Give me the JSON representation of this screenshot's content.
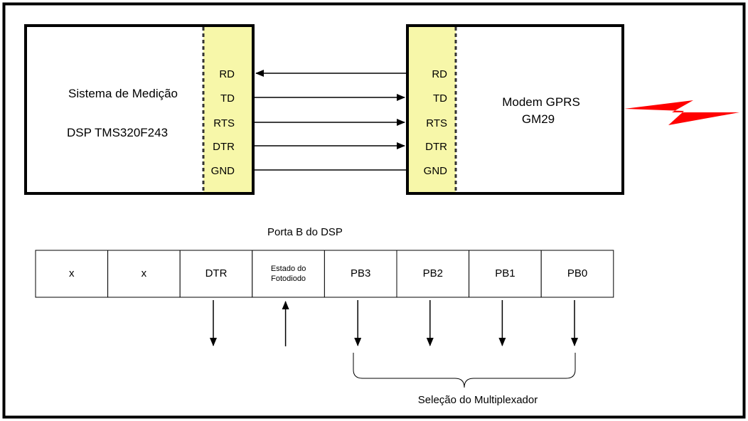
{
  "colors": {
    "outer_border": "#000000",
    "pin_panel_fill": "#F7F7A9",
    "pin_panel_dash": "#333333",
    "lightning": "#FF0000",
    "line": "#000000"
  },
  "dsp_block": {
    "name": "Sistema de Medição",
    "chip": "DSP TMS320F243",
    "pins": [
      "RD",
      "TD",
      "RTS",
      "DTR",
      "GND"
    ]
  },
  "modem_block": {
    "name": "Modem GPRS",
    "model": "GM29",
    "pins": [
      "RD",
      "TD",
      "RTS",
      "DTR",
      "GND"
    ],
    "wireless_icon": "lightning-bolt-icon"
  },
  "signals": [
    {
      "from": "RD",
      "direction": "modem-to-dsp"
    },
    {
      "from": "TD",
      "direction": "dsp-to-modem"
    },
    {
      "from": "RTS",
      "direction": "dsp-to-modem"
    },
    {
      "from": "DTR",
      "direction": "dsp-to-modem"
    },
    {
      "from": "GND",
      "direction": "none"
    }
  ],
  "port": {
    "title": "Porta B do DSP",
    "bits": [
      {
        "label": "x",
        "arrow": "none"
      },
      {
        "label": "x",
        "arrow": "none"
      },
      {
        "label": "DTR",
        "arrow": "down"
      },
      {
        "label": "Estado do\nFotodiodo",
        "lines": [
          "Estado do",
          "Fotodiodo"
        ],
        "arrow": "up"
      },
      {
        "label": "PB3",
        "arrow": "down"
      },
      {
        "label": "PB2",
        "arrow": "down"
      },
      {
        "label": "PB1",
        "arrow": "down"
      },
      {
        "label": "PB0",
        "arrow": "down"
      }
    ],
    "brace_label": "Seleção do Multiplexador"
  }
}
